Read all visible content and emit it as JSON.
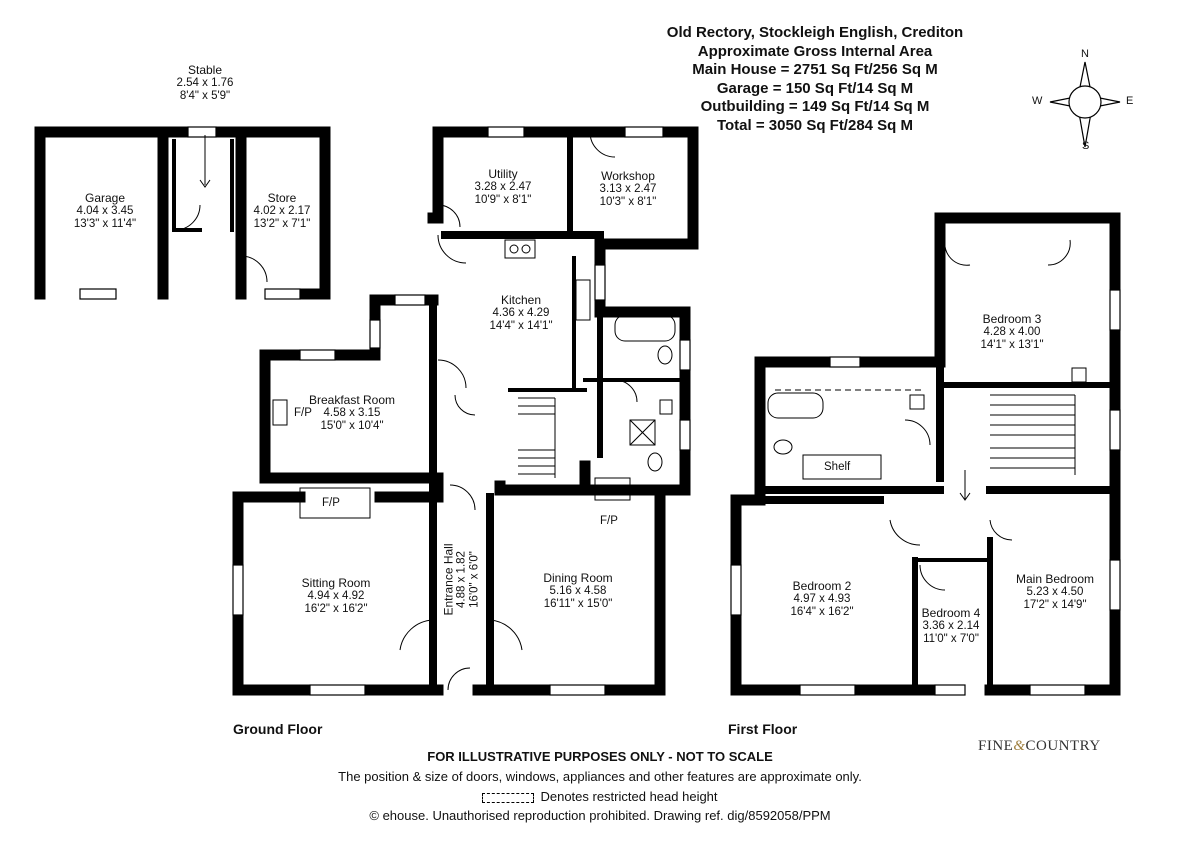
{
  "title": {
    "line1": "Old Rectory, Stockleigh English, Crediton",
    "line2": "Approximate Gross Internal Area",
    "line3": "Main House = 2751 Sq Ft/256 Sq M",
    "line4": "Garage = 150 Sq Ft/14 Sq M",
    "line5": "Outbuilding = 149 Sq Ft/14 Sq M",
    "line6": "Total = 3050 Sq Ft/284 Sq M"
  },
  "compass": {
    "n": "N",
    "s": "S",
    "e": "E",
    "w": "W"
  },
  "rooms": {
    "stable": {
      "name": "Stable",
      "metric": "2.54 x 1.76",
      "imperial": "8'4\" x 5'9\""
    },
    "garage": {
      "name": "Garage",
      "metric": "4.04 x 3.45",
      "imperial": "13'3\" x 11'4\""
    },
    "store": {
      "name": "Store",
      "metric": "4.02 x 2.17",
      "imperial": "13'2\" x 7'1\""
    },
    "utility": {
      "name": "Utility",
      "metric": "3.28 x 2.47",
      "imperial": "10'9\" x 8'1\""
    },
    "workshop": {
      "name": "Workshop",
      "metric": "3.13 x 2.47",
      "imperial": "10'3\" x 8'1\""
    },
    "kitchen": {
      "name": "Kitchen",
      "metric": "4.36 x 4.29",
      "imperial": "14'4\" x 14'1\""
    },
    "breakfast": {
      "name": "Breakfast Room",
      "metric": "4.58 x 3.15",
      "imperial": "15'0\" x 10'4\""
    },
    "sitting": {
      "name": "Sitting Room",
      "metric": "4.94 x 4.92",
      "imperial": "16'2\" x 16'2\""
    },
    "hall": {
      "name": "Entrance Hall",
      "metric": "4.88 x 1.82",
      "imperial": "16'0\" x 6'0\""
    },
    "dining": {
      "name": "Dining Room",
      "metric": "5.16 x 4.58",
      "imperial": "16'11\" x 15'0\""
    },
    "bedroom3": {
      "name": "Bedroom 3",
      "metric": "4.28 x 4.00",
      "imperial": "14'1\" x 13'1\""
    },
    "bedroom2": {
      "name": "Bedroom 2",
      "metric": "4.97 x 4.93",
      "imperial": "16'4\" x 16'2\""
    },
    "bedroom4": {
      "name": "Bedroom 4",
      "metric": "3.36 x 2.14",
      "imperial": "11'0\" x 7'0\""
    },
    "mainbedroom": {
      "name": "Main Bedroom",
      "metric": "5.23 x 4.50",
      "imperial": "17'2\" x 14'9\""
    }
  },
  "labels": {
    "fp": "F/P",
    "shelf": "Shelf"
  },
  "floors": {
    "ground": "Ground Floor",
    "first": "First Floor"
  },
  "footer": {
    "line1": "FOR ILLUSTRATIVE PURPOSES ONLY - NOT TO SCALE",
    "line2": "The position & size of doors, windows, appliances and other features are approximate only.",
    "line3": "Denotes restricted head height",
    "line4": "© ehouse. Unauthorised reproduction prohibited. Drawing ref. dig/8592058/PPM"
  },
  "logo": {
    "part1": "FINE",
    "amp": "&",
    "part2": "COUNTRY"
  }
}
